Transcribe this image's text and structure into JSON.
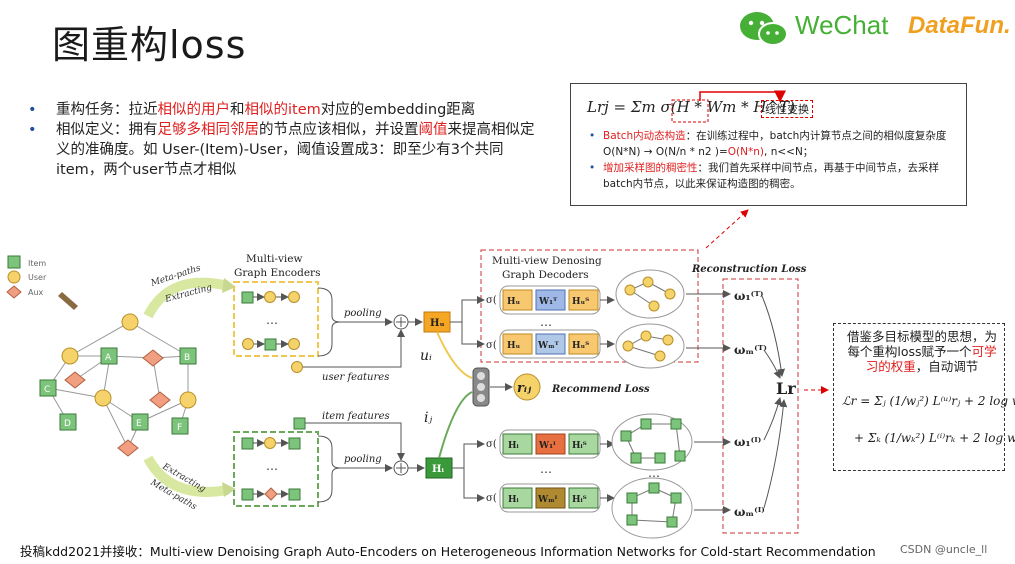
{
  "title": "图重构loss",
  "logo": {
    "wechat": "WeChat",
    "datafun": "DataFun."
  },
  "bullets": {
    "b1": {
      "p1": "重构任务：拉近",
      "h1": "相似的用户",
      "p2": "和",
      "h2": "相似的item",
      "p3": "对应的embedding距离"
    },
    "b2": {
      "p1": "相似定义：拥有",
      "h1": "足够多相同邻居",
      "p2": "的节点应该相似，并设置",
      "h2": "阈值",
      "p3": "来提高相似定义的准确度。如 User-(Item)-User，阈值设置成3：即至少有3个共同item，两个user节点才相似"
    }
  },
  "formula_box": {
    "formula": "Lrj = Σm σ(H * Wm * H^T)",
    "linear_label": "线性变换",
    "item1": {
      "h": "Batch内动态构造",
      "p1": "：在训练过程中，batch内计算节点之间的相似度复杂度O(N*N) → O(N/n * n2 )=",
      "h2": "O(N*n)",
      "p2": ", n<<N；"
    },
    "item2": {
      "h": "增加采样图的稠密性",
      "p1": "：我们首先采样中间节点，再基于中间节点，去采样batch内节点，以此来保证构造图的稠密。"
    }
  },
  "right_box": {
    "p1": "借鉴多目标模型的思想，为每个重构loss赋予一个",
    "h1": "可学习的权重",
    "p2": "，自动调节"
  },
  "legend": {
    "item": "Item",
    "user": "User",
    "aux": "Aux"
  },
  "diagram": {
    "meta_paths_top": "Meta-paths",
    "extracting_top": "Extracting",
    "encoders_title_1": "Multi-view",
    "encoders_title_2": "Graph Encoders",
    "pooling_top": "pooling",
    "pooling_bottom": "pooling",
    "user_features": "user features",
    "item_features": "item features",
    "hu": "Hᵤ",
    "hi": "Hᵢ",
    "ui": "uᵢ",
    "ij": "iⱼ",
    "rij": "rᵢⱼ",
    "recommend_loss": "Recommend Loss",
    "decoders_title_1": "Multi-view Denosing",
    "decoders_title_2": "Graph Decoders",
    "reconstruction_loss": "Reconstruction Loss",
    "extracting_bottom": "Extracting",
    "meta_paths_bottom": "Meta-paths",
    "lr": "Lr",
    "ellipsis": "…",
    "node_a": "A",
    "node_b": "B",
    "node_c": "C",
    "node_d": "D",
    "node_e": "E",
    "node_f": "F",
    "omega_1u": "ω₁⁽ᵁ⁾",
    "omega_mu": "ωₘ⁽ᵁ⁾",
    "omega_1i": "ω₁⁽ᴵ⁾",
    "omega_mi": "ωₘ⁽ᴵ⁾",
    "dec_hu": "Hᵤ",
    "dec_hut": "Hᵤᵀ",
    "dec_hi": "Hᵢ",
    "dec_hit": "Hᵢᵀ",
    "dec_w1u": "W₁ᵁ",
    "dec_wmu": "Wₘᵁ",
    "dec_w1i": "W₁ᴵ",
    "dec_wmi": "Wₘᴵ",
    "sigma": "σ("
  },
  "footer": "投稿kdd2021并接收：Multi-view Denoising Graph Auto-Encoders on Heterogeneous Information Networks for Cold-start Recommendation",
  "watermark": "CSDN @uncle_ll",
  "colors": {
    "accent_red": "#e02020",
    "bullet_blue": "#1f4e9e",
    "user_yellow": "#f6d36a",
    "item_green": "#7cc47c",
    "aux_orange": "#f0a080",
    "hu_orange": "#f5a623",
    "hi_green": "#3a9a3a"
  }
}
